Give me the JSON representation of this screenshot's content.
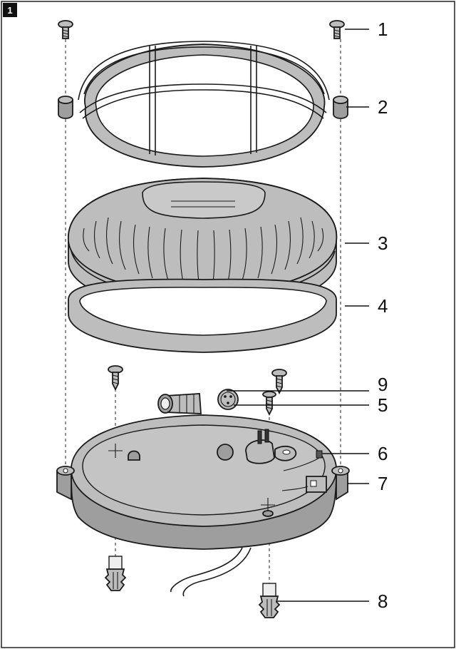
{
  "figure": {
    "badge": "1"
  },
  "callouts": [
    {
      "id": "1",
      "label": "1"
    },
    {
      "id": "2",
      "label": "2"
    },
    {
      "id": "3",
      "label": "3"
    },
    {
      "id": "4",
      "label": "4"
    },
    {
      "id": "9",
      "label": "9"
    },
    {
      "id": "5",
      "label": "5"
    },
    {
      "id": "6",
      "label": "6"
    },
    {
      "id": "7",
      "label": "7"
    },
    {
      "id": "8",
      "label": "8"
    }
  ]
}
